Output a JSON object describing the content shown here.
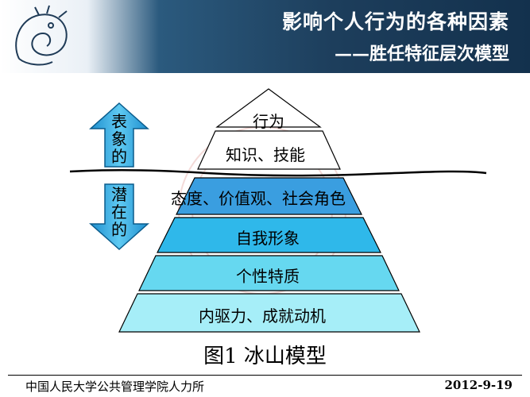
{
  "header": {
    "title": "影响个人行为的各种因素",
    "subtitle": "——胜任特征层次模型"
  },
  "pyramid": {
    "tiers": [
      {
        "label": "行为",
        "color": "#ffffff"
      },
      {
        "label": "知识、技能",
        "color": "#ffffff"
      },
      {
        "label": "态度、价值观、社会角色",
        "color": "#3a9ee0"
      },
      {
        "label": "自我形象",
        "color": "#2fb8ea"
      },
      {
        "label": "个性特质",
        "color": "#66d8f0"
      },
      {
        "label": "内驱力、成就动机",
        "color": "#a6eef8"
      }
    ]
  },
  "arrows": {
    "up_label": "表象的",
    "down_label": "潜在的",
    "color": "#29a9e0"
  },
  "caption": "图1  冰山模型",
  "footer": {
    "org": "中国人民大学公共管理学院人力所",
    "date": "2012-9-19"
  }
}
